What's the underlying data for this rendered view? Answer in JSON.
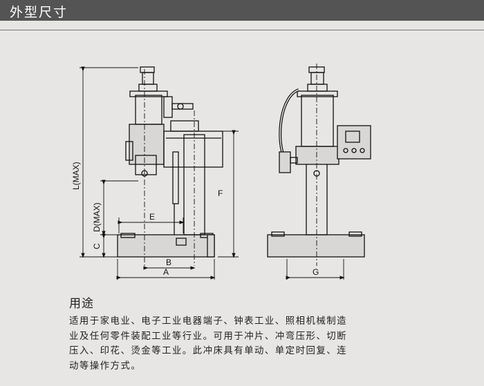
{
  "header": {
    "title": "外型尺寸"
  },
  "drawing": {
    "dimensions": {
      "L": "L(MAX)",
      "D": "D(MAX)",
      "C": "C",
      "E": "E",
      "B": "B",
      "A": "A",
      "F": "F",
      "G": "G"
    }
  },
  "usage": {
    "title": "用途",
    "lines": [
      "适用于家电业、电子工业电器端子、钟表工业、照相机械制造",
      "业及任何零件装配工业等行业。可用于冲片、冲弯压形、切断",
      "压入、印花、烫金等工业。此冲床具有单动、单定时回复、连",
      "动等操作方式。"
    ]
  }
}
